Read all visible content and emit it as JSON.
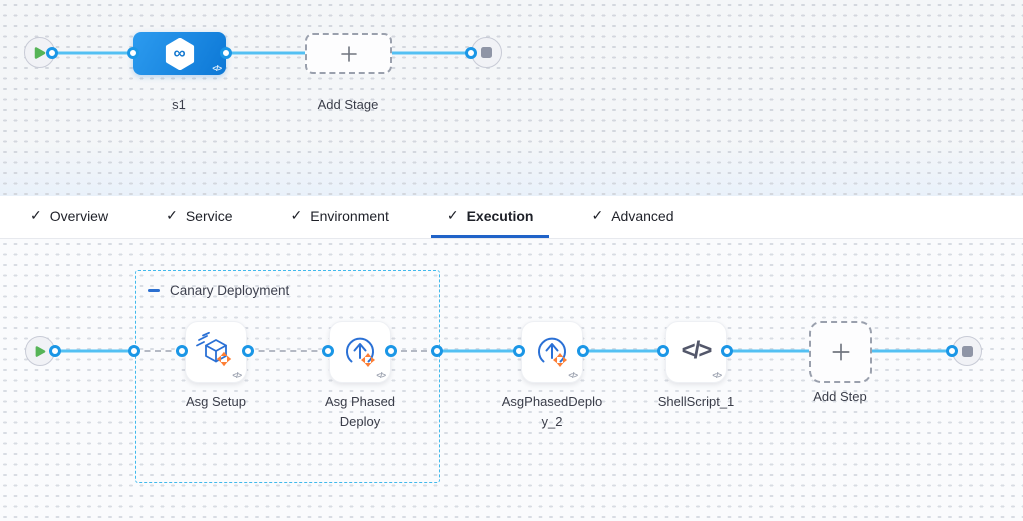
{
  "stage_canvas": {
    "stage_label": "s1",
    "add_stage_label": "Add Stage",
    "infinity_glyph": "∞",
    "code_glyph": "</>"
  },
  "tabs": {
    "check_glyph": "✓",
    "items": [
      {
        "label": "Overview"
      },
      {
        "label": "Service"
      },
      {
        "label": "Environment"
      },
      {
        "label": "Execution",
        "active": true
      },
      {
        "label": "Advanced"
      }
    ]
  },
  "execution_canvas": {
    "group_label": "Canary Deployment",
    "steps": [
      {
        "label": "Asg Setup",
        "icon": "asg-setup"
      },
      {
        "label": "Asg Phased Deploy",
        "icon": "asg-phased-deploy"
      },
      {
        "label": "AsgPhasedDeploy_2",
        "icon": "asg-phased-deploy"
      },
      {
        "label": "ShellScript_1",
        "icon": "shell-script"
      }
    ],
    "shell_icon_glyph": "</>",
    "add_step_label": "Add Step",
    "code_glyph": "</>"
  },
  "colors": {
    "accent_blue": "#0d78d6",
    "link_line": "#53c0f3",
    "connector_ring": "#1a96e6",
    "group_border": "#40b9ec",
    "tab_underline": "#2063c8",
    "play_green": "#56b457",
    "stop_gray": "#8f95a6",
    "step_icon_blue": "#2a70d5",
    "step_icon_orange": "#fd7e35",
    "shell_icon_gray": "#53576a"
  }
}
